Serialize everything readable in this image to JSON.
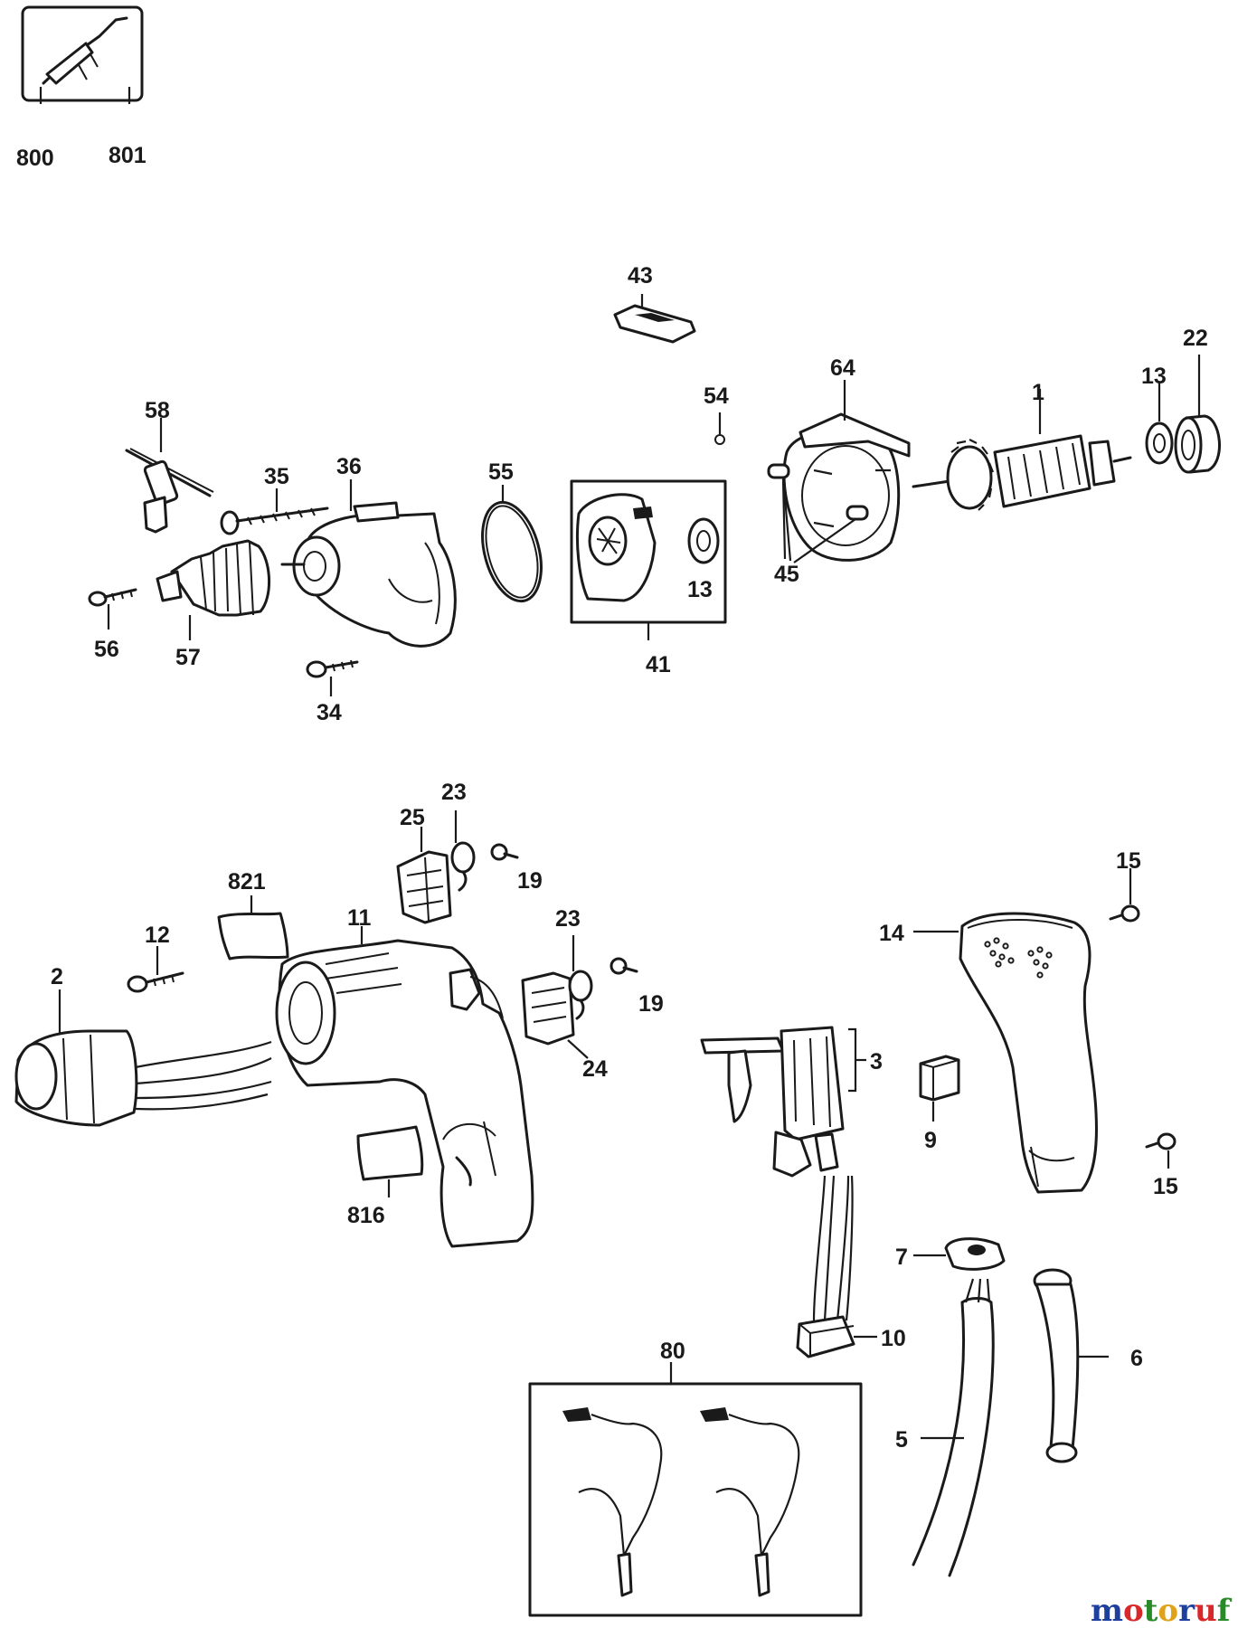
{
  "labels": {
    "p800": "800",
    "p801": "801",
    "p43": "43",
    "p22": "22",
    "p64": "64",
    "p54": "54",
    "p1": "1",
    "p13a": "13",
    "p58": "58",
    "p35": "35",
    "p36": "36",
    "p55": "55",
    "p13b": "13",
    "p45": "45",
    "p56": "56",
    "p57": "57",
    "p41": "41",
    "p34": "34",
    "p23a": "23",
    "p25": "25",
    "p19a": "19",
    "p821": "821",
    "p11": "11",
    "p12": "12",
    "p23b": "23",
    "p19b": "19",
    "p15a": "15",
    "p14": "14",
    "p2": "2",
    "p24": "24",
    "p3": "3",
    "p9": "9",
    "p15b": "15",
    "p816": "816",
    "p7": "7",
    "p10": "10",
    "p80": "80",
    "p6": "6",
    "p5": "5"
  },
  "watermark": {
    "letters": [
      "m",
      "o",
      "t",
      "o",
      "r",
      "u",
      "f"
    ],
    "colors": [
      "#1f3f9e",
      "#d8282a",
      "#2a8a2a",
      "#e0a21b",
      "#1f3f9e",
      "#d8282a",
      "#2a8a2a"
    ]
  }
}
